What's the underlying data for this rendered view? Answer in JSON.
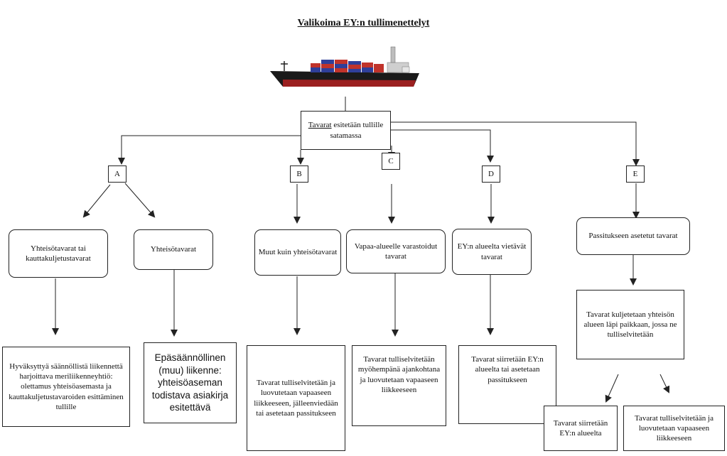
{
  "title": "Valikoima EY:n tullimenettelyt",
  "root": {
    "underlined": "Tavarat",
    "rest": "esitetään tullille satamassa"
  },
  "branches": {
    "A": {
      "letter": "A",
      "left_box": "Yhteisötavarat tai kauttakuljetustavarat",
      "right_box": "Yhteisötavarat",
      "left_result": "Hyväksyttyä säännöllistä liikennettä harjoittava meriliikenneyhtiö: olettamus yhteisöasemasta ja kauttakuljetustavaroiden esittäminen tullille",
      "right_result": "Epäsäännöllinen (muu) liikenne: yhteisöaseman todistava asiakirja esitettävä"
    },
    "B": {
      "letter": "B",
      "box": "Muut kuin yhteisötavarat",
      "result": "Tavarat tulliselvitetään ja luovutetaan vapaaseen liikkeeseen, jälleenviedään tai asetetaan passitukseen"
    },
    "C": {
      "letter": "C",
      "box": "Vapaa-alueelle varastoidut tavarat",
      "result": "Tavarat tulliselvitetään myöhempänä ajankohtana ja luovutetaan vapaaseen liikkeeseen"
    },
    "D": {
      "letter": "D",
      "box": "EY:n alueelta vietävät tavarat",
      "result": "Tavarat siirretään EY:n alueelta tai asetetaan passitukseen"
    },
    "E": {
      "letter": "E",
      "box": "Passitukseen asetetut tavarat",
      "middle": "Tavarat kuljetetaan yhteisön alueen läpi paikkaan, jossa ne tulliselvitetään",
      "left_result": "Tavarat siirretään EY:n alueelta",
      "right_result": "Tavarat tulliselvitetään ja luovutetaan vapaaseen liikkeeseen"
    }
  },
  "colors": {
    "line": "#222222",
    "container_red": "#c0332b",
    "container_blue": "#2f3f9a",
    "hull": "#1a1a1a",
    "hull_red": "#9b2020"
  }
}
